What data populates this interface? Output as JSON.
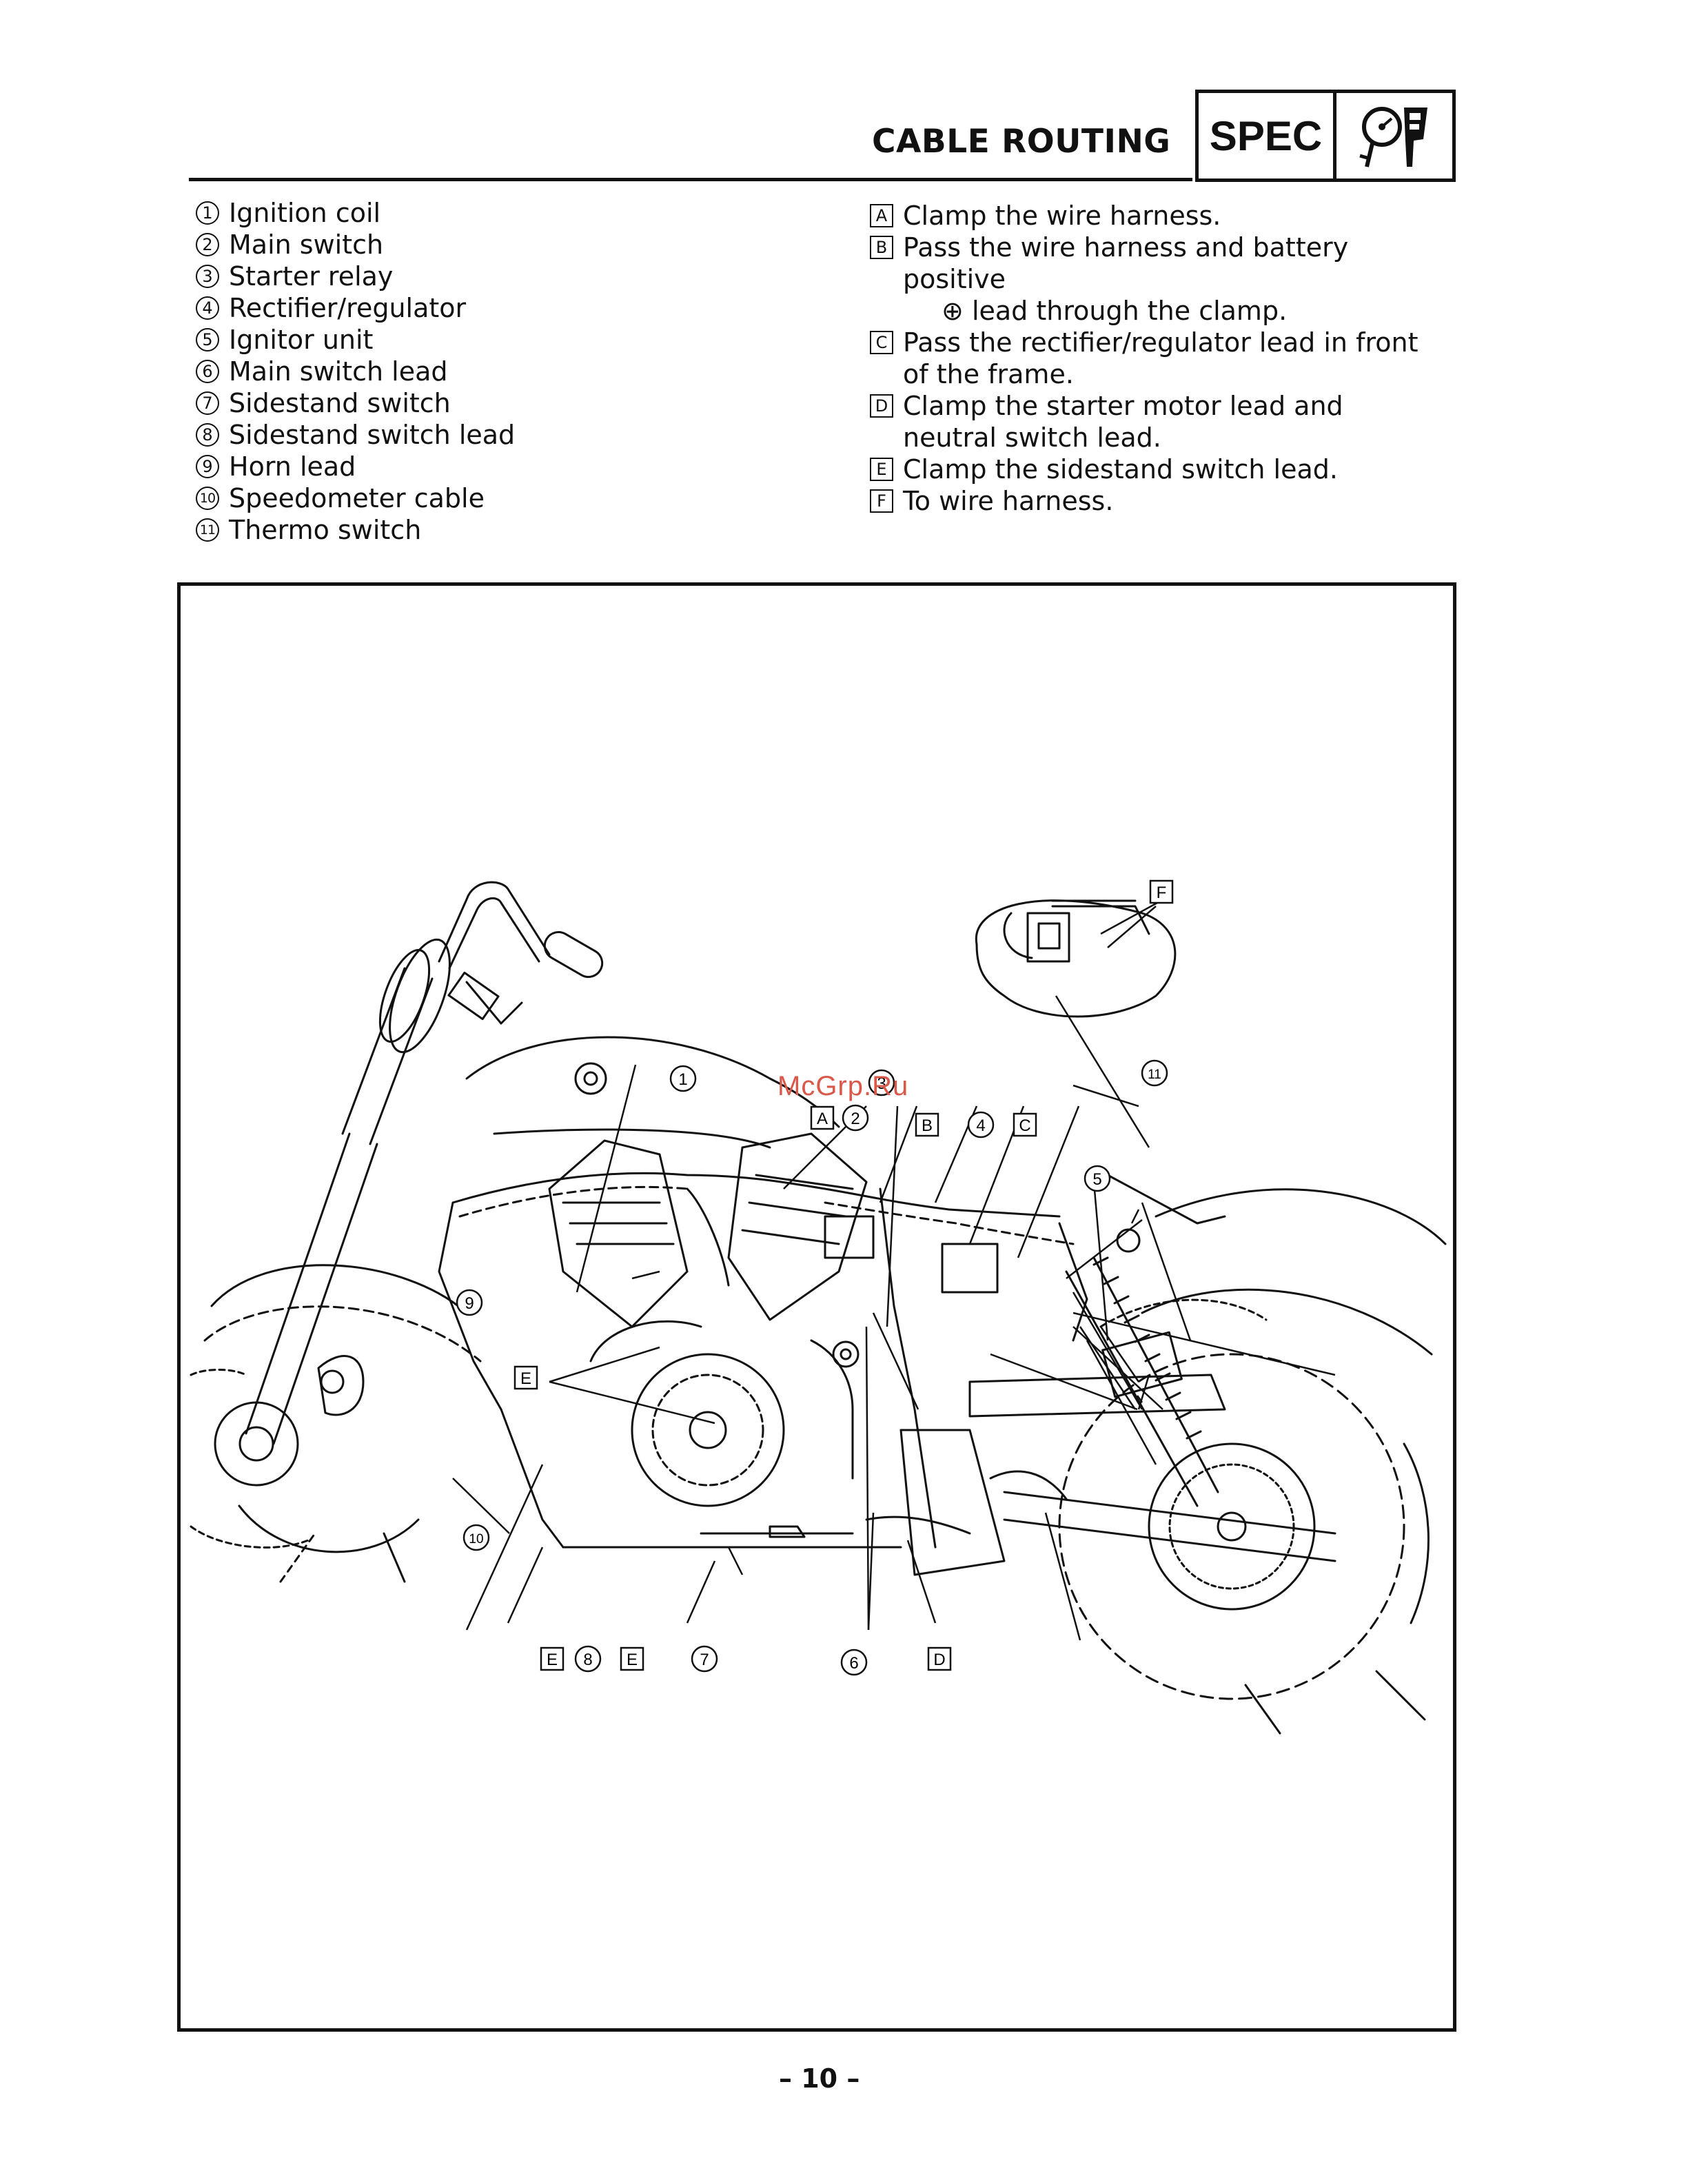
{
  "header": {
    "title": "CABLE ROUTING",
    "spec_label": "SPEC",
    "tools_icon": "measuring-tools-icon"
  },
  "parts": [
    {
      "num": "1",
      "label": "Ignition coil"
    },
    {
      "num": "2",
      "label": "Main switch"
    },
    {
      "num": "3",
      "label": "Starter relay"
    },
    {
      "num": "4",
      "label": "Rectifier/regulator"
    },
    {
      "num": "5",
      "label": "Ignitor unit"
    },
    {
      "num": "6",
      "label": "Main switch lead"
    },
    {
      "num": "7",
      "label": "Sidestand switch"
    },
    {
      "num": "8",
      "label": "Sidestand switch lead"
    },
    {
      "num": "9",
      "label": "Horn lead"
    },
    {
      "num": "10",
      "label": "Speedometer cable"
    },
    {
      "num": "11",
      "label": "Thermo switch"
    }
  ],
  "instructions": [
    {
      "letter": "A",
      "text": "Clamp the wire harness."
    },
    {
      "letter": "B",
      "text_before": "Pass the wire harness and battery positive",
      "symbol": "⊕",
      "text_after": "lead through the clamp."
    },
    {
      "letter": "C",
      "text": "Pass the rectifier/regulator lead in front of the frame."
    },
    {
      "letter": "D",
      "text": "Clamp the starter motor lead and neutral switch lead."
    },
    {
      "letter": "E",
      "text": "Clamp the sidestand switch lead."
    },
    {
      "letter": "F",
      "text": "To wire harness."
    }
  ],
  "figure": {
    "watermark": "McGrp.Ru",
    "callouts": {
      "n1": "1",
      "n2": "2",
      "n3": "3",
      "n4": "4",
      "n5": "5",
      "n6": "6",
      "n7": "7",
      "n8": "8",
      "n9": "9",
      "n10": "10",
      "n11": "11",
      "lA": "A",
      "lB": "B",
      "lC": "C",
      "lD": "D",
      "lE1": "E",
      "lE2": "E",
      "lE3": "E",
      "lF": "F"
    }
  },
  "footer": {
    "page_number": "– 10 –"
  }
}
